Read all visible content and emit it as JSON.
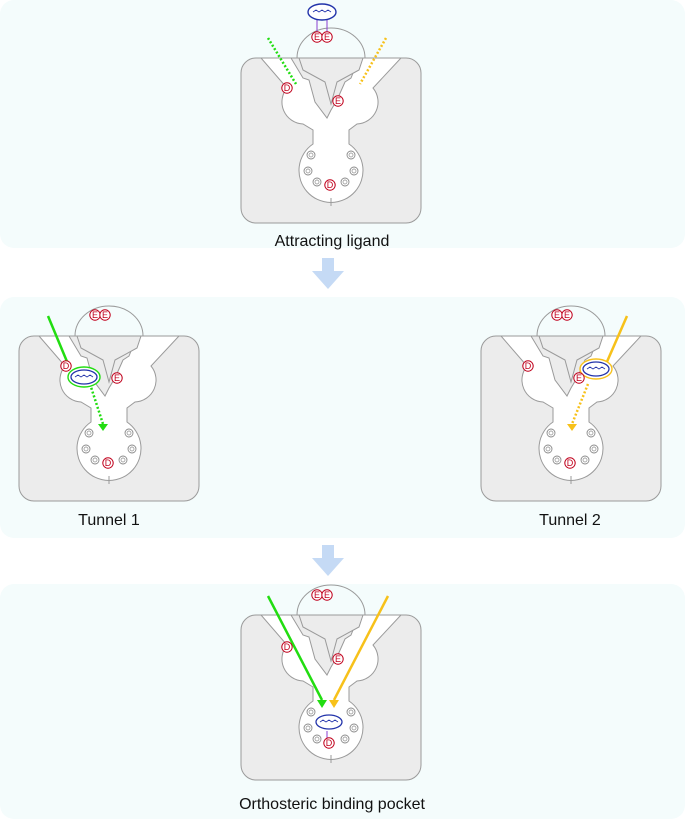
{
  "panels": [
    {
      "caption": "Attracting ligand"
    },
    {
      "caption_left": "Tunnel 1",
      "caption_right": "Tunnel 2"
    },
    {
      "caption": "Orthosteric binding pocket"
    }
  ],
  "residue_labels": {
    "asp": "D",
    "glu": "E"
  },
  "colors": {
    "panel_bg": "#f4fcfc",
    "receptor_fill": "#ececec",
    "cavity_fill": "#ffffff",
    "tunnel1": "#22dd11",
    "tunnel2": "#f7c11a",
    "ligand": "#2233aa",
    "residue": "#c0001c",
    "arrow": "#c5daf5"
  }
}
